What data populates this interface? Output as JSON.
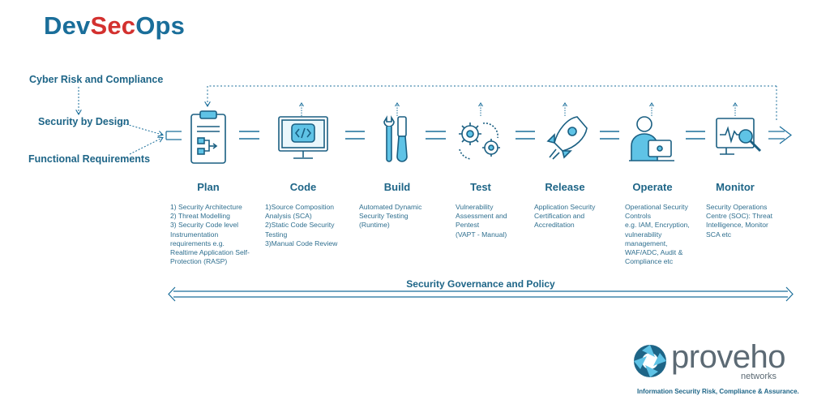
{
  "title": {
    "part1": "Dev",
    "part2": "Sec",
    "part3": "Ops"
  },
  "inputs": [
    "Cyber Risk and Compliance",
    "Security by Design",
    "Functional Requirements"
  ],
  "stages": [
    {
      "label": "Plan",
      "icon": "clipboard-flow-icon",
      "description": "1) Security Architecture\n2) Threat Modelling\n3) Security Code level Instrumentation requirements e.g. Realtime Application Self-Protection (RASP)"
    },
    {
      "label": "Code",
      "icon": "monitor-code-icon",
      "description": "1)Source Composition Analysis (SCA)\n2)Static Code Security Testing\n3)Manual Code Review"
    },
    {
      "label": "Build",
      "icon": "tools-icon",
      "description": "Automated Dynamic Security Testing (Runtime)"
    },
    {
      "label": "Test",
      "icon": "gears-icon",
      "description": "Vulnerability Assessment and Pentest\n(VAPT - Manual)"
    },
    {
      "label": "Release",
      "icon": "rocket-icon",
      "description": "Application Security Certification and Accreditation"
    },
    {
      "label": "Operate",
      "icon": "operator-laptop-icon",
      "description": "Operational Security Controls\ne.g. IAM, Encryption, vulnerability management, WAF/ADC, Audit & Compliance etc"
    },
    {
      "label": "Monitor",
      "icon": "monitor-search-icon",
      "description": "Security Operations Centre (SOC): Threat Intelligence, Monitor SCA etc"
    }
  ],
  "governance": "Security Governance and Policy",
  "brand": {
    "name": "proveho",
    "sub": "networks",
    "tagline": "Information Security Risk, Compliance & Assurance."
  },
  "colors": {
    "primary": "#1e6587",
    "accent": "#d3312f",
    "icon_stroke": "#1a5f82",
    "icon_fill": "#5fc3e6"
  }
}
